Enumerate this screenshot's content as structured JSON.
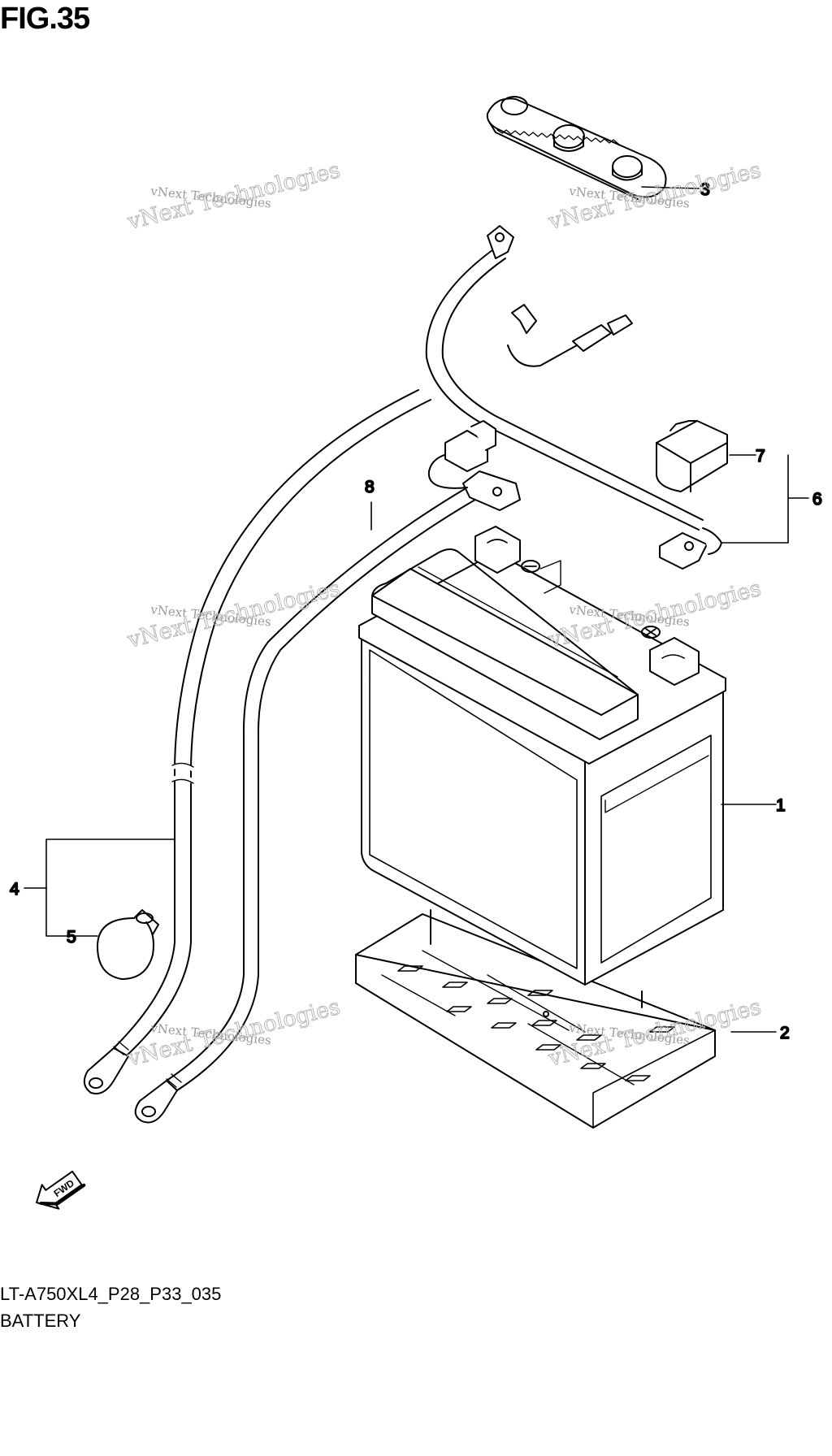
{
  "figure": {
    "title": "FIG.35",
    "model_code": "LT-A750XL4_P28_P33_035",
    "part_name": "BATTERY"
  },
  "callouts": [
    "1",
    "2",
    "3",
    "4",
    "5",
    "6",
    "7",
    "8"
  ],
  "watermark": {
    "line1": "vNext Technologies",
    "line2": "vNext Technologies"
  },
  "fwd_label": "FWD"
}
